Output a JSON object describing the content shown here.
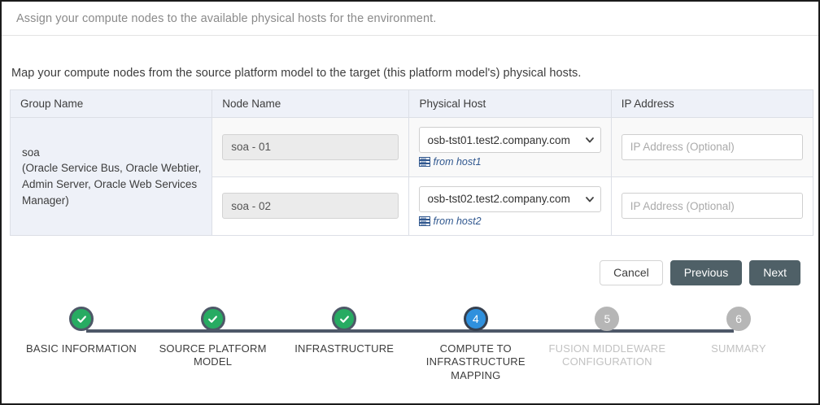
{
  "topbar": {
    "instruction": "Assign your compute nodes to the available physical hosts for the environment."
  },
  "main": {
    "intro": "Map your compute nodes from the source platform model to the target (this platform model's) physical hosts.",
    "table": {
      "headers": [
        "Group Name",
        "Node Name",
        "Physical Host",
        "IP Address"
      ],
      "group": {
        "name": "soa",
        "description": "(Oracle Service Bus, Oracle Webtier, Admin Server, Oracle Web Services Manager)"
      },
      "rows": [
        {
          "node_name": "soa - 01",
          "physical_host": "osb-tst01.test2.company.com",
          "from_host_label": "from host1",
          "from_host_icon": "server-stack-icon",
          "ip_placeholder": "IP Address (Optional)",
          "ip_value": ""
        },
        {
          "node_name": "soa - 02",
          "physical_host": "osb-tst02.test2.company.com",
          "from_host_label": "from host2",
          "from_host_icon": "server-stack-icon",
          "ip_placeholder": "IP Address (Optional)",
          "ip_value": ""
        }
      ]
    }
  },
  "actions": {
    "cancel_label": "Cancel",
    "previous_label": "Previous",
    "next_label": "Next"
  },
  "stepper": {
    "steps": [
      {
        "number": "1",
        "label": "BASIC INFORMATION",
        "state": "done"
      },
      {
        "number": "2",
        "label": "SOURCE PLATFORM MODEL",
        "state": "done"
      },
      {
        "number": "3",
        "label": "INFRASTRUCTURE",
        "state": "done"
      },
      {
        "number": "4",
        "label": "COMPUTE TO INFRASTRUCTURE MAPPING",
        "state": "active"
      },
      {
        "number": "5",
        "label": "FUSION MIDDLEWARE CONFIGURATION",
        "state": "todo"
      },
      {
        "number": "6",
        "label": "SUMMARY",
        "state": "todo"
      }
    ]
  },
  "colors": {
    "done": "#27ab62",
    "active": "#2f90dd",
    "todo": "#b6b6b6",
    "track": "#4e5868",
    "button_dark": "#4f6067",
    "link": "#31588f",
    "header_bg": "#eef1f8"
  }
}
